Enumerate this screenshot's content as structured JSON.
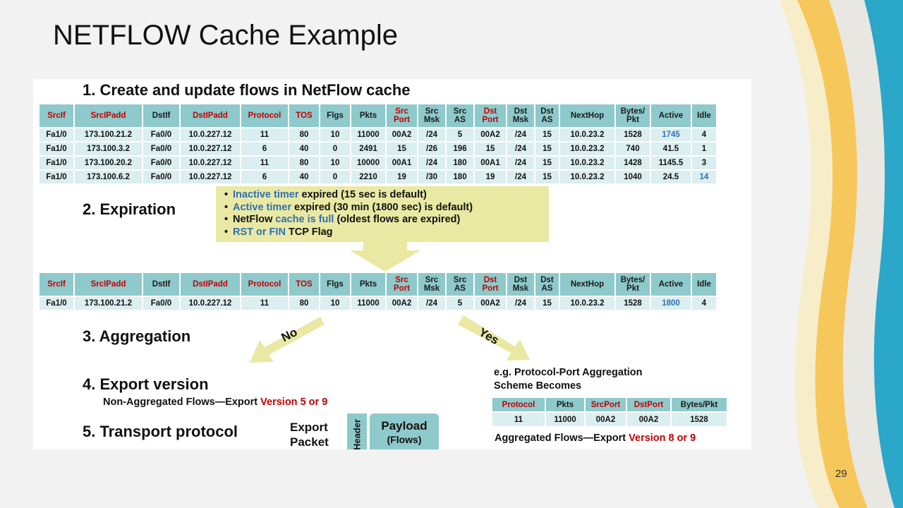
{
  "slide": {
    "title": "NETFLOW Cache Example",
    "page_number": "29"
  },
  "figure": {
    "steps": {
      "s1": "1. Create and update flows in NetFlow cache",
      "s2": "2. Expiration",
      "s3": "3. Aggregation",
      "s4": "4. Export version",
      "s5": "5. Transport protocol"
    },
    "flow_table": {
      "headers": [
        "SrcIf",
        "SrcIPadd",
        "DstIf",
        "DstIPadd",
        "Protocol",
        "TOS",
        "Flgs",
        "Pkts",
        "Src\nPort",
        "Src\nMsk",
        "Src\nAS",
        "Dst\nPort",
        "Dst\nMsk",
        "Dst\nAS",
        "NextHop",
        "Bytes/\nPkt",
        "Active",
        "Idle"
      ],
      "rows": [
        [
          "Fa1/0",
          "173.100.21.2",
          "Fa0/0",
          "10.0.227.12",
          "11",
          "80",
          "10",
          "11000",
          "00A2",
          "/24",
          "5",
          "00A2",
          "/24",
          "15",
          "10.0.23.2",
          "1528",
          "1745",
          "4"
        ],
        [
          "Fa1/0",
          "173.100.3.2",
          "Fa0/0",
          "10.0.227.12",
          "6",
          "40",
          "0",
          "2491",
          "15",
          "/26",
          "196",
          "15",
          "/24",
          "15",
          "10.0.23.2",
          "740",
          "41.5",
          "1"
        ],
        [
          "Fa1/0",
          "173.100.20.2",
          "Fa0/0",
          "10.0.227.12",
          "11",
          "80",
          "10",
          "10000",
          "00A1",
          "/24",
          "180",
          "00A1",
          "/24",
          "15",
          "10.0.23.2",
          "1428",
          "1145.5",
          "3"
        ],
        [
          "Fa1/0",
          "173.100.6.2",
          "Fa0/0",
          "10.0.227.12",
          "6",
          "40",
          "0",
          "2210",
          "19",
          "/30",
          "180",
          "19",
          "/24",
          "15",
          "10.0.23.2",
          "1040",
          "24.5",
          "14"
        ]
      ]
    },
    "expiration_callout": {
      "l1a": "Inactive timer",
      "l1b": " expired (15 sec is default)",
      "l2a": "Active timer",
      "l2b": " expired (30 min (1800 sec) is default)",
      "l3a": "NetFlow ",
      "l3b": "cache is full",
      "l3c": " (oldest flows are expired)",
      "l4a": "RST or FIN ",
      "l4b": "TCP Flag"
    },
    "expired_table": {
      "row": [
        "Fa1/0",
        "173.100.21.2",
        "Fa0/0",
        "10.0.227.12",
        "11",
        "80",
        "10",
        "11000",
        "00A2",
        "/24",
        "5",
        "00A2",
        "/24",
        "15",
        "10.0.23.2",
        "1528",
        "1800",
        "4"
      ]
    },
    "arrows": {
      "no": "No",
      "yes": "Yes"
    },
    "aggregation_example": {
      "line1": "e.g.  Protocol-Port Aggregation",
      "line2": "Scheme Becomes",
      "headers": [
        "Protocol",
        "Pkts",
        "SrcPort",
        "DstPort",
        "Bytes/Pkt"
      ],
      "row": [
        "11",
        "11000",
        "00A2",
        "00A2",
        "1528"
      ],
      "export_prefix": "Aggregated Flows—Export ",
      "export_version": "Version 8 or 9"
    },
    "export": {
      "prefix": "Non-Aggregated Flows—Export ",
      "version": "Version 5 or 9"
    },
    "transport": {
      "export_l1": "Export",
      "export_l2": "Packet",
      "header": "Header",
      "payload_l1": "Payload",
      "payload_l2": "(Flows)"
    }
  },
  "colors": {
    "header_teal": "#8ec9cb",
    "cell_light": "#dbeef0",
    "callout_yellow": "#eae9a3",
    "accent_red": "#c00000",
    "accent_blue": "#2f6fb5"
  }
}
